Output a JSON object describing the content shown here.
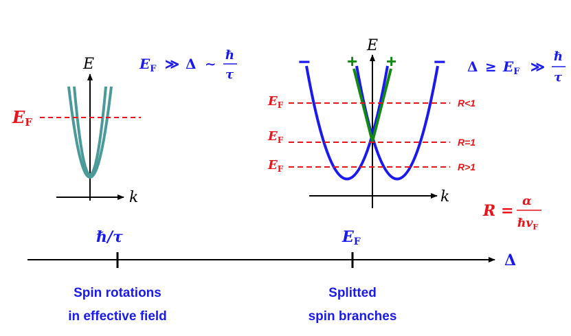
{
  "left_panel": {
    "axis_energy": "E",
    "axis_momentum": "k",
    "fermi_label": "E",
    "fermi_sub": "F",
    "condition": {
      "lhs": "E",
      "lhs_sub": "F",
      "rel1": "≫",
      "delta": "Δ",
      "rel2": "∼",
      "num": "ℏ",
      "den": "τ"
    }
  },
  "right_panel": {
    "axis_energy": "E",
    "axis_momentum": "k",
    "branch_signs": [
      "−",
      "+",
      "+",
      "−"
    ],
    "fermi_levels": [
      {
        "label": "E",
        "sub": "F",
        "ratio": "R<1"
      },
      {
        "label": "E",
        "sub": "F",
        "ratio": "R=1"
      },
      {
        "label": "E",
        "sub": "F",
        "ratio": "R>1"
      }
    ],
    "condition": {
      "delta": "Δ",
      "rel1": "≥",
      "ef": "E",
      "ef_sub": "F",
      "rel2": "≫",
      "num": "ℏ",
      "den": "τ"
    },
    "r_formula": {
      "lhs": "R",
      "eq": "=",
      "num": "α",
      "den": "ℏv",
      "den_sub": "F"
    }
  },
  "scale_axis": {
    "label": "Δ",
    "tick1": "ℏ/τ",
    "tick2_main": "E",
    "tick2_sub": "F",
    "caption1_line1": "Spin rotations",
    "caption1_line2": "in effective field",
    "caption2_line1": "Splitted",
    "caption2_line2": "spin branches"
  },
  "colors": {
    "blue": "#1a1aee",
    "red": "#e8141a",
    "green": "#108a10",
    "teal": "#4b9a9a",
    "black": "#000000"
  }
}
